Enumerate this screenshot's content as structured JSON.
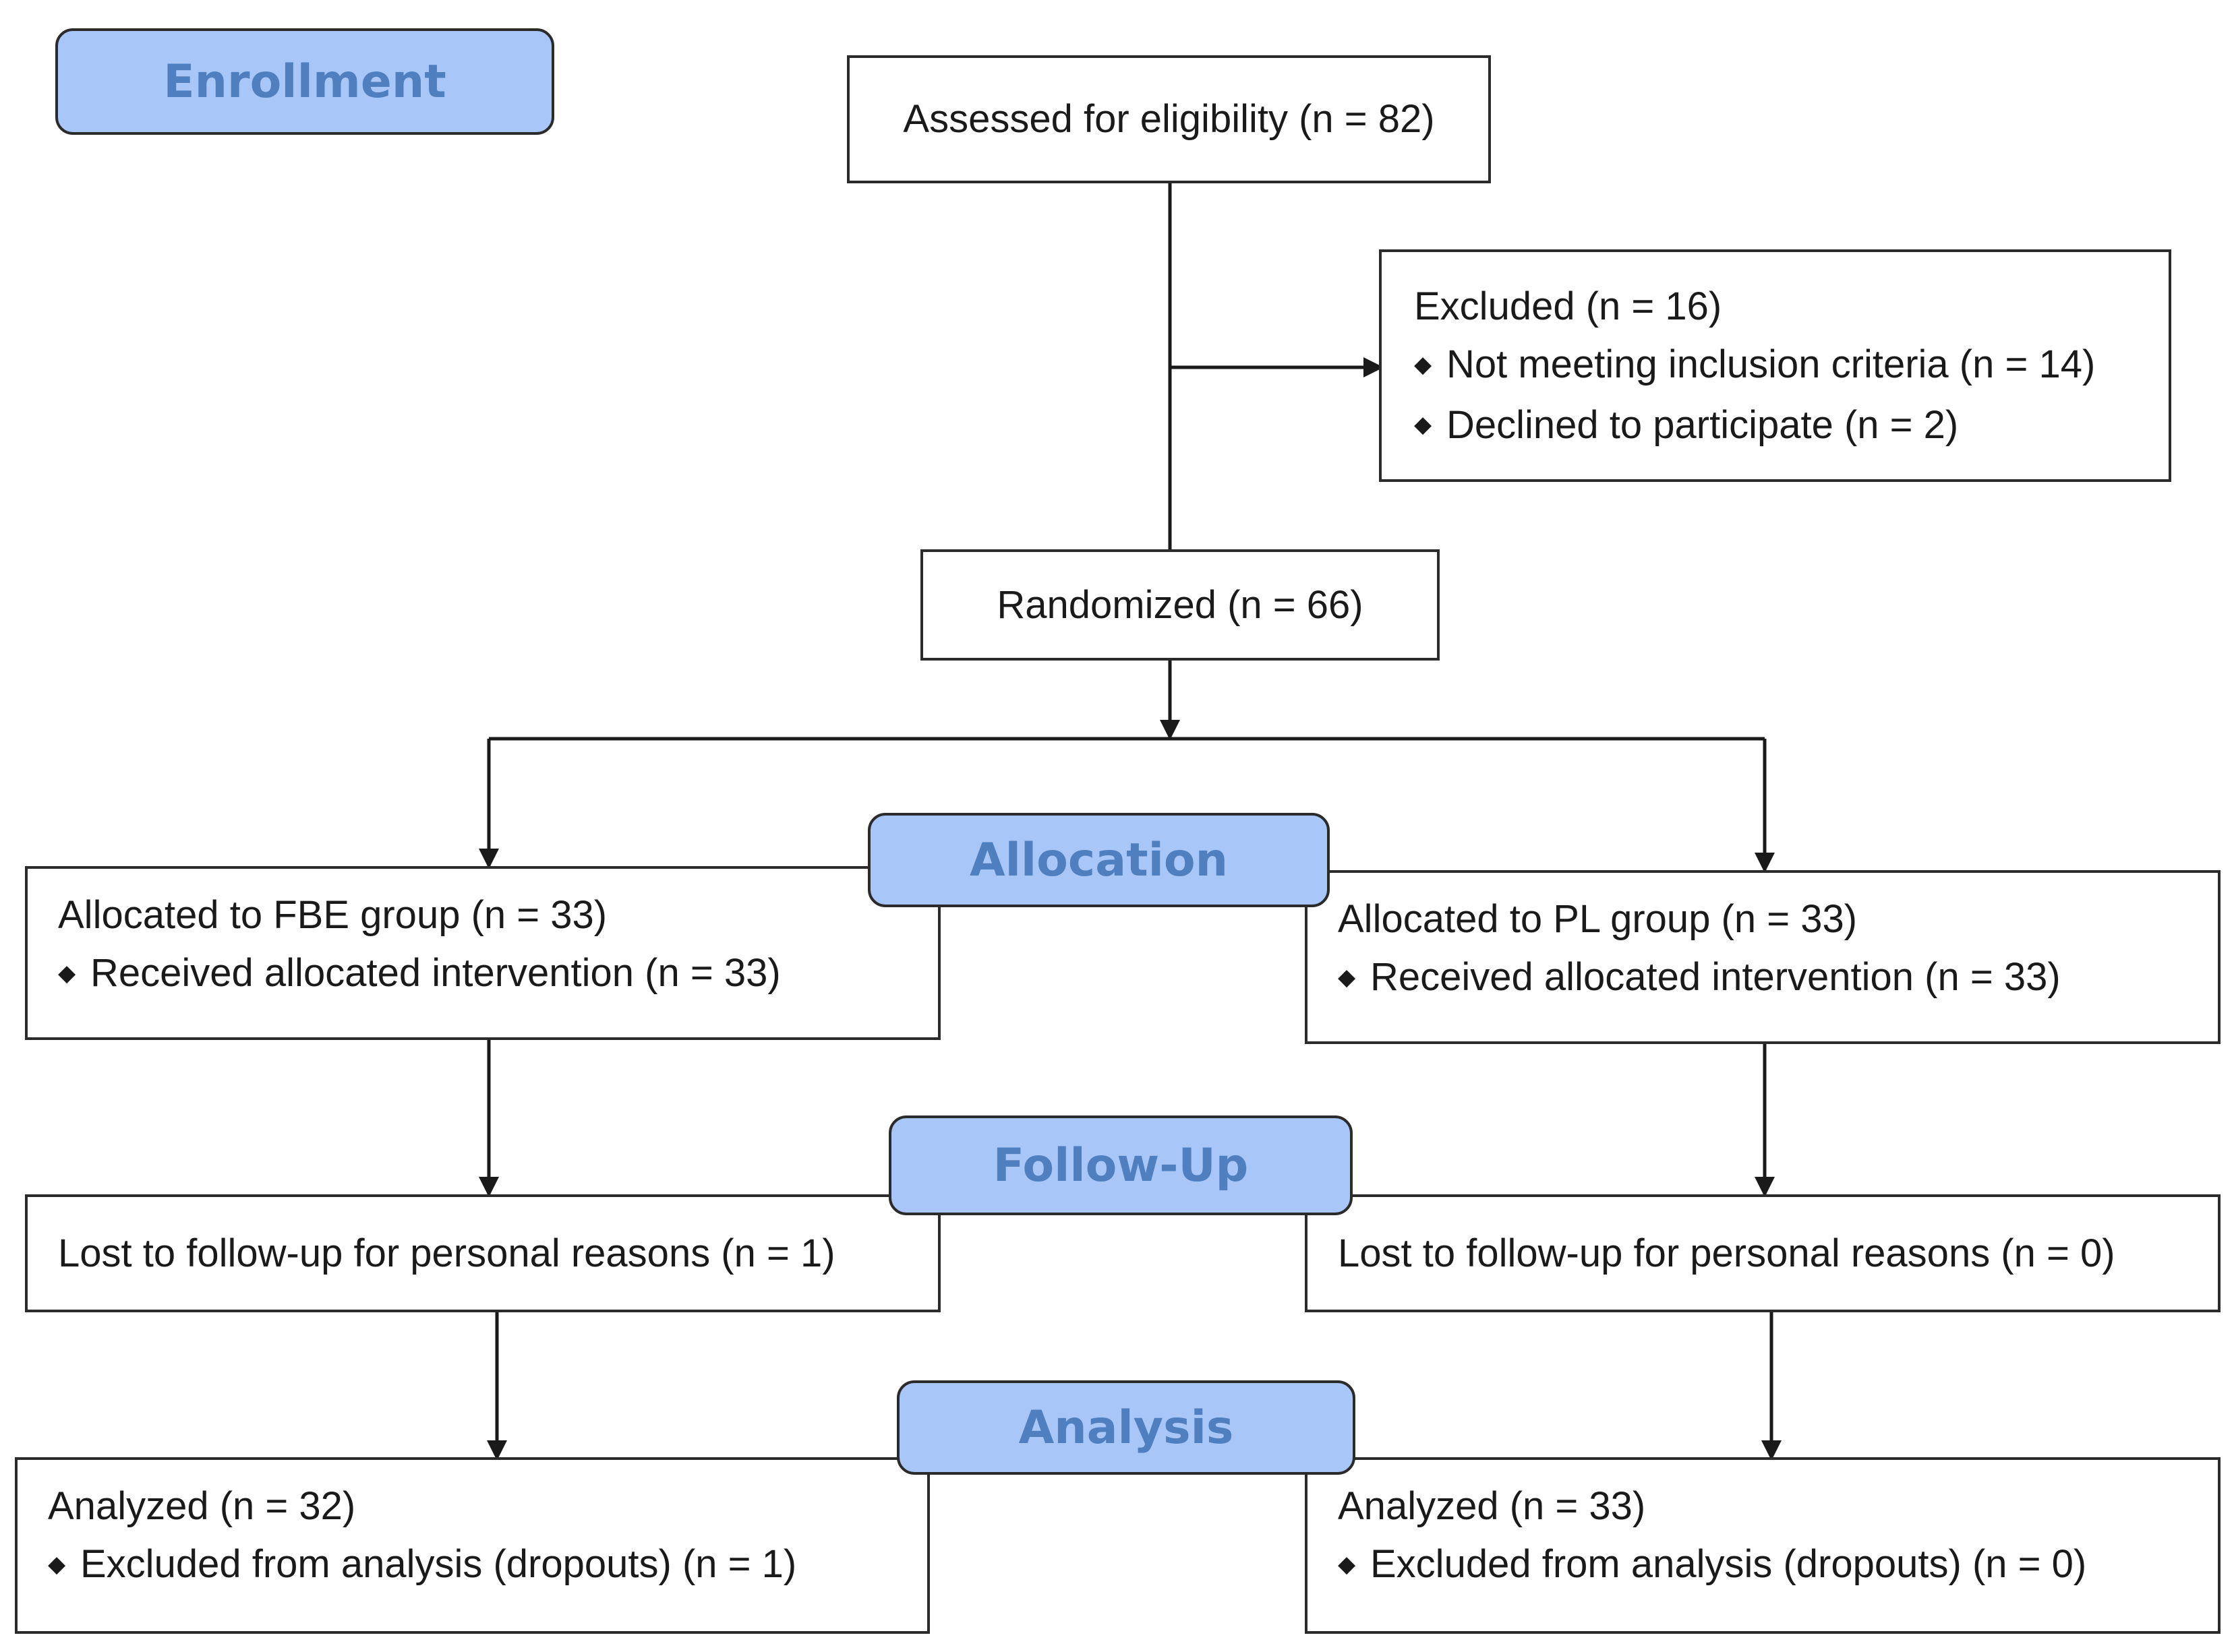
{
  "stages": {
    "enrollment": "Enrollment",
    "allocation": "Allocation",
    "follow_up": "Follow-Up",
    "analysis": "Analysis"
  },
  "bullet_symbol": "◆",
  "assessed": {
    "title": "Assessed for eligibility (n = 82)"
  },
  "excluded": {
    "title": "Excluded (n = 16)",
    "items": [
      "Not meeting inclusion criteria (n = 14)",
      "Declined to participate (n = 2)"
    ]
  },
  "randomized": {
    "title": "Randomized (n = 66)"
  },
  "allocation": {
    "fbe": {
      "title": "Allocated to FBE group (n = 33)",
      "items": [
        "Received allocated intervention (n = 33)"
      ]
    },
    "pl": {
      "title": "Allocated to PL group (n = 33)",
      "items": [
        "Received allocated intervention (n = 33)"
      ]
    }
  },
  "follow_up": {
    "fbe": {
      "title": "Lost to follow-up for personal reasons (n = 1)"
    },
    "pl": {
      "title": "Lost to follow-up for personal reasons (n = 0)"
    }
  },
  "analysis": {
    "fbe": {
      "title": "Analyzed (n = 32)",
      "items": [
        "Excluded from analysis (dropouts) (n = 1)"
      ]
    },
    "pl": {
      "title": "Analyzed (n = 33)",
      "items": [
        "Excluded from analysis (dropouts) (n = 0)"
      ]
    }
  },
  "colors": {
    "stage_fill": "#a9c6f8",
    "stage_text": "#4f7fbf",
    "line": "#1a1a1a"
  }
}
